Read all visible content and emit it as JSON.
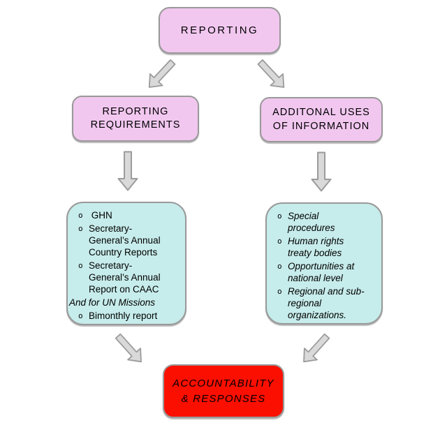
{
  "colors": {
    "background": "#ffffff",
    "pink_box": "#f1c7ef",
    "cyan_box": "#c6eceb",
    "red_box": "#fb0f00",
    "box_border": "#999999",
    "arrow_fill": "#d9d9d9",
    "arrow_stroke": "#9b9b9b",
    "text": "#000000"
  },
  "nodes": {
    "reporting": {
      "label": "REPORTING"
    },
    "requirements": {
      "label": "REPORTING\nREQUIREMENTS"
    },
    "additional": {
      "label": "ADDITONAL USES\nOF INFORMATION"
    },
    "accountability": {
      "label": "ACCOUNTABILITY\n& RESPONSES"
    }
  },
  "lists": {
    "bullet_char": "o",
    "requirements": {
      "items": [
        {
          "text": " GHN"
        },
        {
          "text": "Secretary-\nGeneral’s Annual\nCountry Reports"
        },
        {
          "text": "Secretary-\nGeneral’s Annual\nReport on CAAC"
        },
        {
          "text": "And for UN Missions"
        },
        {
          "text": "Bimonthly report"
        }
      ]
    },
    "additional": {
      "items": [
        {
          "text": "Special\nprocedures"
        },
        {
          "text": "Human rights\ntreaty bodies"
        },
        {
          "text": "Opportunities at\nnational level"
        },
        {
          "text": "Regional and sub-\nregional\norganizations."
        }
      ]
    }
  },
  "icons": {
    "arrows": [
      "arrow-down-left-icon",
      "arrow-down-right-icon",
      "arrow-down-icon",
      "arrow-down-icon",
      "arrow-down-right-icon",
      "arrow-down-left-icon"
    ]
  }
}
